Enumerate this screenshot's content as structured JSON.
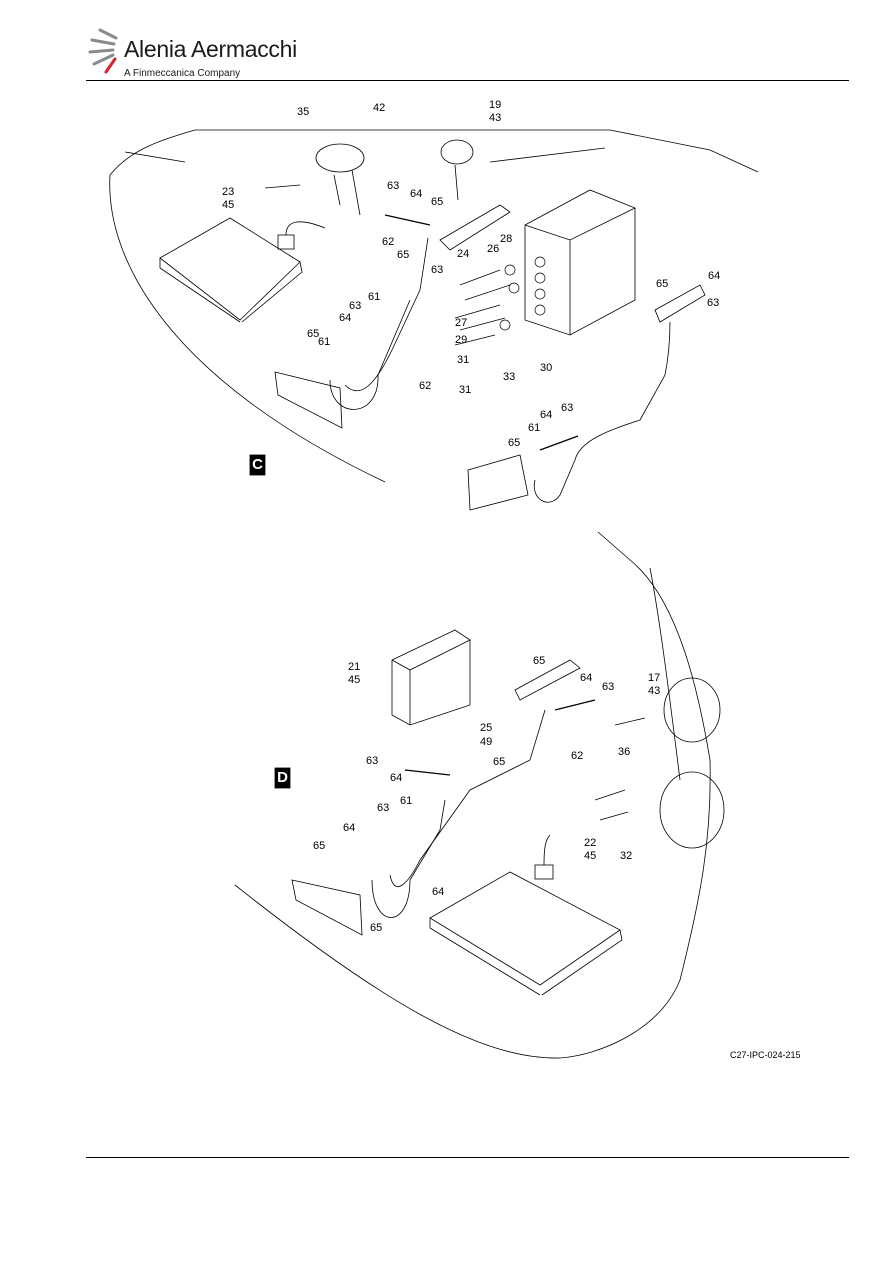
{
  "header": {
    "brand": "Alenia Aermacchi",
    "tagline": "A Finmeccanica Company"
  },
  "views": {
    "c_letter": "C",
    "d_letter": "D"
  },
  "figure_reference": "C27-IPC-024-215",
  "callouts_c": [
    "35",
    "42",
    "19",
    "43",
    "23",
    "45",
    "63",
    "64",
    "65",
    "62",
    "24",
    "26",
    "28",
    "65",
    "63",
    "61",
    "27",
    "29",
    "31",
    "31",
    "33",
    "30",
    "61",
    "63",
    "64",
    "65",
    "62",
    "65",
    "64",
    "63",
    "63",
    "64",
    "61",
    "65"
  ],
  "callouts_d": [
    "21",
    "45",
    "65",
    "64",
    "63",
    "17",
    "43",
    "25",
    "49",
    "62",
    "63",
    "65",
    "64",
    "61",
    "36",
    "63",
    "32",
    "64",
    "22",
    "45",
    "65",
    "64",
    "65"
  ],
  "colors": {
    "rule": "#000000",
    "logo_red": "#d4232a",
    "logo_grey": "#8a8a8a"
  }
}
